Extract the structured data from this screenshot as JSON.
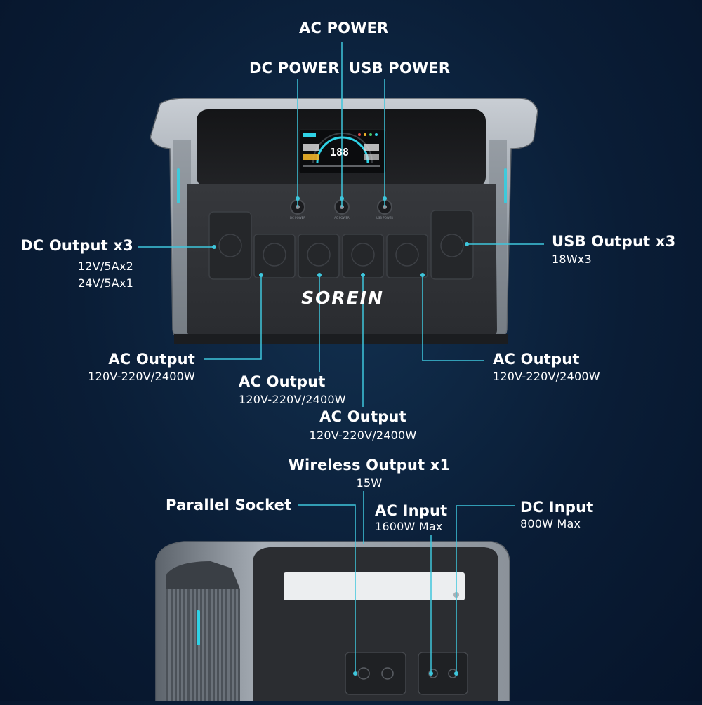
{
  "brand": "SOREIN",
  "display": {
    "reading": "188"
  },
  "buttons": {
    "dc": "DC POWER",
    "ac": "AC POWER",
    "usb": "USB POWER"
  },
  "front_labels": {
    "ac_power": "AC POWER",
    "dc_power": "DC POWER",
    "usb_power": "USB POWER",
    "dc_output": {
      "title": "DC Output x3",
      "line1": "12V/5Ax2",
      "line2": "24V/5Ax1"
    },
    "usb_output": {
      "title": "USB Output x3",
      "line1": "18Wx3"
    },
    "ac_output_1": {
      "title": "AC Output",
      "line1": "120V-220V/2400W"
    },
    "ac_output_2": {
      "title": "AC Output",
      "line1": "120V-220V/2400W"
    },
    "ac_output_3": {
      "title": "AC Output",
      "line1": "120V-220V/2400W"
    },
    "ac_output_4": {
      "title": "AC Output",
      "line1": "120V-220V/2400W"
    }
  },
  "rear_labels": {
    "wireless": {
      "title": "Wireless Output x1",
      "line1": "15W"
    },
    "parallel": {
      "title": "Parallel Socket"
    },
    "ac_input": {
      "title": "AC Input",
      "line1": "1600W Max"
    },
    "dc_input": {
      "title": "DC Input",
      "line1": "800W Max"
    }
  },
  "colors": {
    "background": "#0a1d36",
    "leader_line": "#3ec6dc",
    "panel_dark": "#2a2c30",
    "frame_silver": "#a9b0b8",
    "accent_cyan": "#2fd2e6"
  }
}
